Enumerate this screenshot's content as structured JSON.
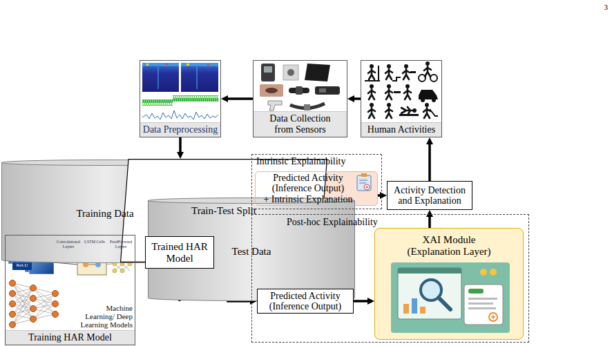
{
  "diagram": {
    "nodes": [
      {
        "text": [
          "Data Preprocessing"
        ]
      },
      {
        "text": [
          "Data Collection from Sensors"
        ]
      },
      {
        "text": [
          "Human Activities"
        ]
      },
      {
        "text": [
          "Training Data"
        ]
      },
      {
        "text": [
          "Train-Test Split"
        ]
      },
      {
        "text": [
          "Test Data"
        ]
      },
      {
        "text": [
          "Trained HAR Model"
        ]
      },
      {
        "text": [
          "Training HAR Model"
        ]
      },
      {
        "text": [
          "Intrinsic Explainability"
        ]
      },
      {
        "text": [
          "Predicted Activity (Inference Output)",
          "+ Intrinsic Explanation"
        ],
        "in": 8
      },
      {
        "text": [
          "Activity Detection and Explanation"
        ]
      },
      {
        "text": [
          "Post-hoc Explainability"
        ]
      },
      {
        "text": [
          "Predicted Activity (Inference Output)"
        ],
        "in": 11
      },
      {
        "text": [
          "XAI Module (Explanation Layer)"
        ],
        "in": 11
      }
    ],
    "edges": [
      {
        "from": 2,
        "to": 1,
        "arrow": "to"
      },
      {
        "from": 1,
        "to": 0,
        "arrow": "to"
      },
      {
        "from": 0,
        "to": 4,
        "arrow": "to"
      },
      {
        "from": 4,
        "to": 3,
        "arrow": "to"
      },
      {
        "from": 4,
        "to": 5,
        "arrow": "to"
      },
      {
        "from": 3,
        "to": 7,
        "arrow": "to"
      },
      {
        "from": 5,
        "to": 6,
        "arrow": "to"
      },
      {
        "from": 7,
        "to": 6,
        "arrow": "to"
      },
      {
        "from": 6,
        "to": 9,
        "arrow": "to"
      },
      {
        "from": 6,
        "to": 12,
        "arrow": "to"
      },
      {
        "from": 9,
        "to": 10,
        "arrow": "to"
      },
      {
        "from": 12,
        "to": 13,
        "arrow": "to"
      },
      {
        "from": 13,
        "to": 10,
        "arrow": "to"
      },
      {
        "from": 10,
        "to": 2,
        "arrow": "to"
      }
    ],
    "labels": [
      "3",
      "Convolutional Layers",
      "LSTM Cells",
      "FeedForward Layers",
      "ReLU",
      "Machine Learning/ Deep Learning Models"
    ]
  }
}
